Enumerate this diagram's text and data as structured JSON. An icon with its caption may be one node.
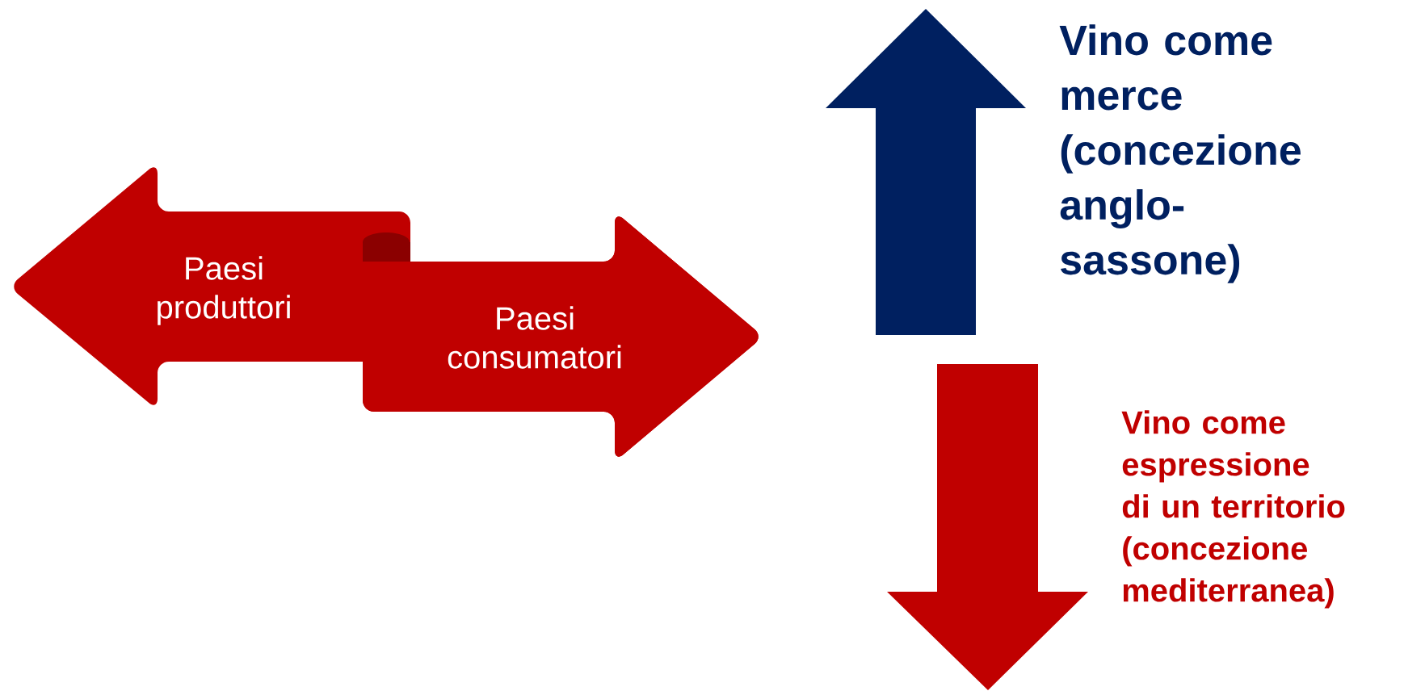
{
  "diagram": {
    "nodes": [
      {
        "text": [
          "Paesi produttori"
        ]
      },
      {
        "text": [
          "Paesi consumatori"
        ]
      },
      {
        "text": [],
        "shape": "arrow",
        "beside": [
          "Vino come merce (concezione anglo-sassone)"
        ]
      },
      {
        "text": [],
        "shape": "arrow",
        "beside": [
          "Vino come espressione di un territorio (concezione mediterranea)"
        ]
      }
    ]
  }
}
